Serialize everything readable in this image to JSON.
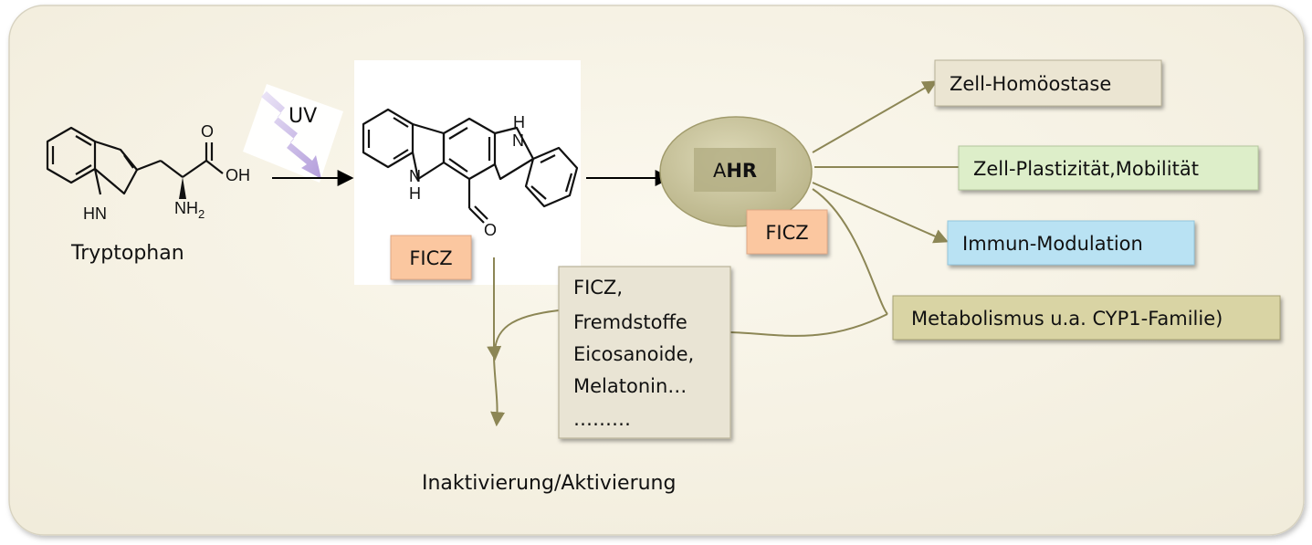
{
  "tryptophan": {
    "name": "Tryptophan",
    "label_o": "O",
    "label_oh": "OH",
    "label_nh2": "NH",
    "label_nh2_sub": "2",
    "label_hn": "HN"
  },
  "uv": {
    "label": "UV"
  },
  "ficz_molecule": {
    "label_h_top": "H",
    "label_n_top": "N",
    "label_n_bottom": "N",
    "label_h_bottom": "H",
    "label_o": "O",
    "box_label": "FICZ"
  },
  "ahr": {
    "label_a": "A",
    "label_hr": "HR",
    "ficz_label": "FICZ"
  },
  "ligands": {
    "lines": [
      "FICZ,",
      "Fremdstoffe",
      "Eicosanoide,",
      "Melatonin…",
      "………"
    ]
  },
  "outcomes": {
    "homeostasis": "Zell-Homöostase",
    "plasticity": "Zell-Plastizität,Mobilität",
    "immune": "Immun-Modulation",
    "metabolism": "Metabolismus u.a. CYP1-Familie)"
  },
  "inactivation": {
    "label": "Inaktivierung/Aktivierung"
  },
  "colors": {
    "panel": "#f6f2e4",
    "olive": "#8c8655",
    "ahr_fill": "#c8c39a",
    "ficz_box": "#fbc7a0",
    "homeostasis_box": "#ebe5d2",
    "plasticity_box": "#ddeec9",
    "immune_box": "#b9e2f3",
    "metabolism_box": "#d9d4a4",
    "ligand_box": "#e9e4d4"
  }
}
